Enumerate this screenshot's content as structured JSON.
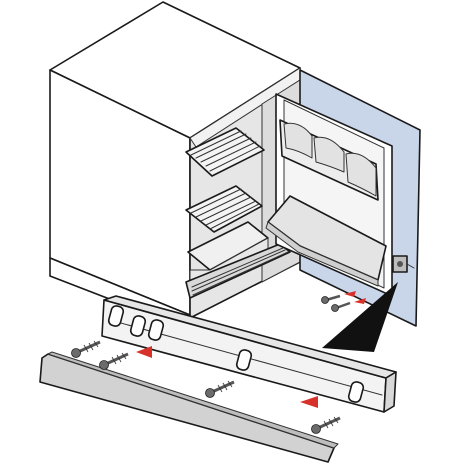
{
  "colors": {
    "outline": "#1a1a1a",
    "cabinet_side": "#ffffff",
    "cabinet_interior": "#e6e6e6",
    "door_panel": "#c9d6ea",
    "grill": "#d9d9d9",
    "kick_plate": "#d2d2d2",
    "arrow_red": "#d8312a",
    "callout_black": "#111111",
    "screw": "#6b6b6b"
  },
  "screws": [
    {
      "name": "upper-left"
    },
    {
      "name": "lower-left"
    },
    {
      "name": "middle"
    },
    {
      "name": "lower-right"
    },
    {
      "name": "door-upper"
    },
    {
      "name": "door-lower"
    }
  ],
  "arrows": [
    {
      "name": "left"
    },
    {
      "name": "right"
    },
    {
      "name": "door-1"
    },
    {
      "name": "door-2"
    }
  ]
}
